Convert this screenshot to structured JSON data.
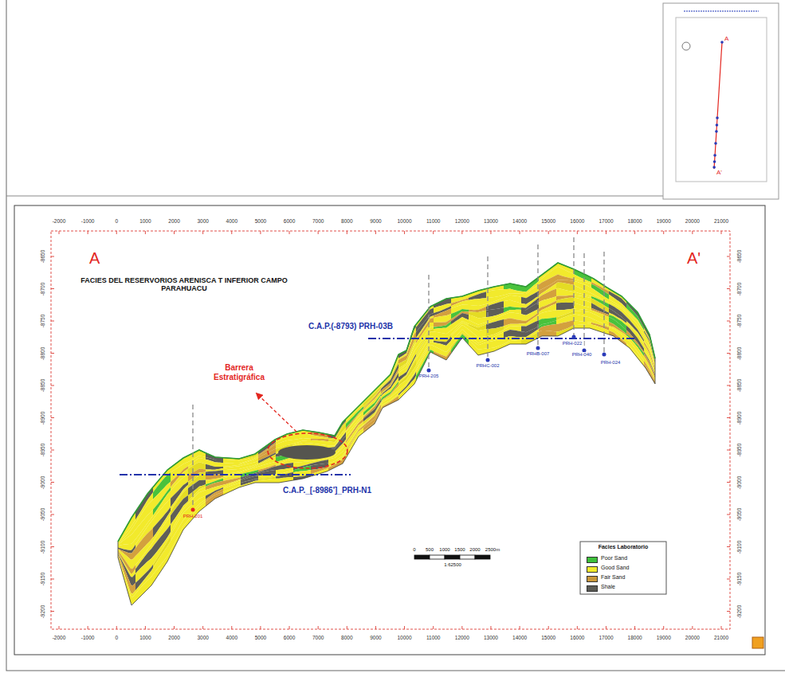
{
  "diagram": {
    "title": "FACIES DEL RESERVORIOS ARENISCA T INFERIOR CAMPO PARAHUACU",
    "labels": [
      "A",
      "A'",
      "C.A.P.(-8793) PRH-03B",
      "Barrera Estratigráfica",
      "C.A.P._[-8986']_PRH-N1",
      "PRH-201",
      "PRH-205",
      "PRHC-002",
      "PRHB-007",
      "PRH-022",
      "PRH-040",
      "PRH-024",
      "0",
      "500",
      "1000",
      "1500",
      "2000",
      "2500m",
      "1:62500",
      "Facies Laboratorio",
      "A",
      "A'",
      "-2000",
      "-1000",
      "0",
      "1000",
      "2000",
      "3000",
      "4000",
      "5000",
      "6000",
      "7000",
      "8000",
      "9000",
      "10000",
      "11000",
      "12000",
      "13000",
      "14000",
      "15000",
      "16000",
      "17000",
      "18000",
      "19000",
      "20000",
      "21000",
      "-2000",
      "-1000",
      "0",
      "1000",
      "2000",
      "3000",
      "4000",
      "5000",
      "6000",
      "7000",
      "8000",
      "9000",
      "10000",
      "11000",
      "12000",
      "13000",
      "14000",
      "15000",
      "16000",
      "17000",
      "18000",
      "19000",
      "20000",
      "21000",
      "-8650",
      "-8700",
      "-8750",
      "-8800",
      "-8850",
      "-8900",
      "-8950",
      "-9000",
      "-9050",
      "-9100",
      "-9150",
      "-9200",
      "-8650",
      "-8700",
      "-8750",
      "-8800",
      "-8850",
      "-8900",
      "-8950",
      "-9000",
      "-9050",
      "-9100",
      "-9150",
      "-9200"
    ],
    "legend": [
      {
        "text": "Poor Sand",
        "color": "#3dbf3a"
      },
      {
        "text": "Good Sand",
        "color": "#f2ea2c"
      },
      {
        "text": "Fair Sand",
        "color": "#c8973a"
      },
      {
        "text": "Shale",
        "color": "#5a5a55"
      }
    ]
  }
}
